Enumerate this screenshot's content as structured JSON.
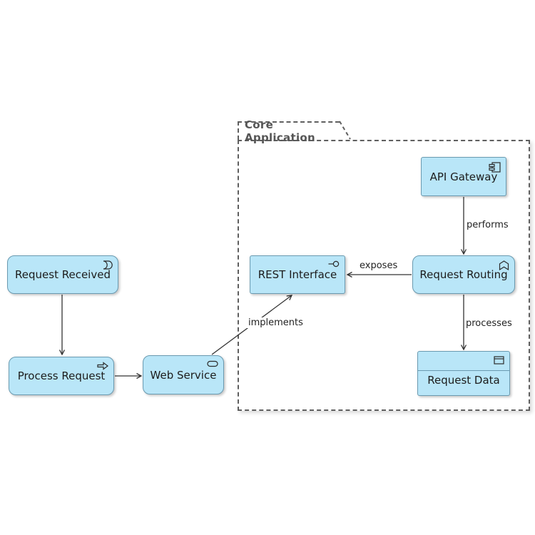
{
  "diagram": {
    "type": "archimate-application-diagram",
    "group": {
      "label": "Core Application"
    },
    "nodes": [
      {
        "id": "request-received",
        "label": "Request Received",
        "icon": "event-icon",
        "shape": "rounded-rectangle"
      },
      {
        "id": "process-request",
        "label": "Process Request",
        "icon": "process-arrow-icon",
        "shape": "rounded-rectangle"
      },
      {
        "id": "web-service",
        "label": "Web Service",
        "icon": "service-icon",
        "shape": "rounded-rectangle"
      },
      {
        "id": "rest-interface",
        "label": "REST Interface",
        "icon": "interface-icon",
        "shape": "rectangle"
      },
      {
        "id": "api-gateway",
        "label": "API Gateway",
        "icon": "component-icon",
        "shape": "rectangle"
      },
      {
        "id": "request-routing",
        "label": "Request Routing",
        "icon": "function-icon",
        "shape": "rounded-rectangle"
      },
      {
        "id": "request-data",
        "label": "Request Data",
        "icon": "data-object-icon",
        "shape": "data-object"
      }
    ],
    "edges": [
      {
        "from": "request-received",
        "to": "process-request",
        "label": ""
      },
      {
        "from": "process-request",
        "to": "web-service",
        "label": ""
      },
      {
        "from": "web-service",
        "to": "rest-interface",
        "label": "implements"
      },
      {
        "from": "request-routing",
        "to": "rest-interface",
        "label": "exposes"
      },
      {
        "from": "api-gateway",
        "to": "request-routing",
        "label": "performs"
      },
      {
        "from": "request-routing",
        "to": "request-data",
        "label": "processes"
      }
    ],
    "colors": {
      "node_fill": "#b9e6f8",
      "node_border": "#6a9ab0",
      "edge": "#333333",
      "group_border": "#5f5f5f",
      "group_label": "#565656",
      "text": "#1c1c1c"
    }
  }
}
